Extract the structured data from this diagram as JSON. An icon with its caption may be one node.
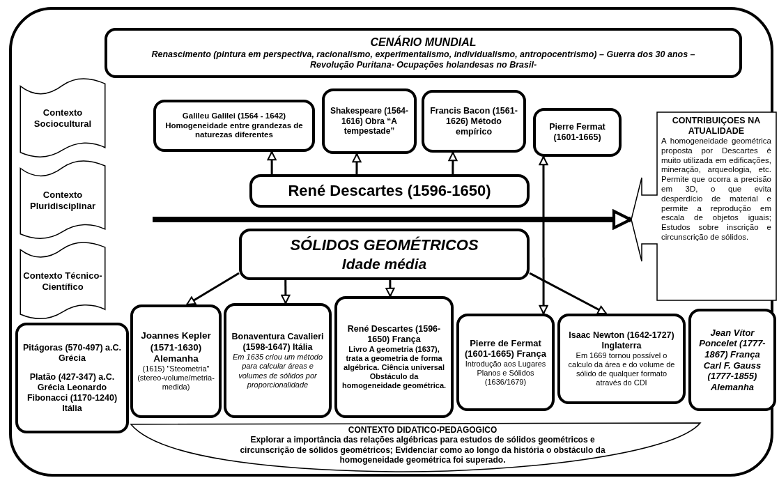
{
  "diagram": {
    "nodes": [
      {
        "text": [
          "CENÁRIO MUNDIAL",
          "Renascimento (pintura em perspectiva, racionalismo, experimentalismo, individualismo, antropocentrismo) – Guerra dos 30 anos – Revolução Puritana- Ocupações holandesas no Brasil-"
        ]
      },
      {
        "text": [
          "Contexto Sociocultural"
        ]
      },
      {
        "text": [
          "Galileu Galilei (1564 - 1642) Homogeneidade entre grandezas de naturezas diferentes"
        ]
      },
      {
        "text": [
          "Shakespeare (1564-1616) Obra “A tempestade”"
        ]
      },
      {
        "text": [
          "Francis Bacon (1561-1626) Método empírico"
        ]
      },
      {
        "text": [
          "Pierre Fermat (1601-1665)"
        ]
      },
      {
        "text": [
          "CONTRIBUIÇOES NA ATUALIDADE",
          "A homogeneidade geométrica proposta por Descartes é muito utilizada em edificações, mineração, arqueologia, etc. Permite que ocorra a precisão em 3D, o que evita desperdício de material e permite a reprodução em escala de objetos iguais; Estudos sobre inscrição e circunscrição de sólidos."
        ]
      },
      {
        "text": [
          "Contexto Pluridisciplinar"
        ]
      },
      {
        "text": [
          "René Descartes (1596-1650)"
        ]
      },
      {
        "text": [
          "Contexto Técnico-Científico"
        ]
      },
      {
        "text": [
          "SÓLIDOS GEOMÉTRICOS",
          "Idade média"
        ]
      },
      {
        "text": [
          "Pitágoras (570-497) a.C. Grécia",
          "Platão (427-347) a.C. Grécia Leonardo Fibonacci (1170-1240) Itália"
        ]
      },
      {
        "text": [
          "Joannes Kepler (1571-1630) Alemanha",
          "(1615) \"Steometria\" (stereo-volume/metria-medida)"
        ]
      },
      {
        "text": [
          "Bonaventura Cavalieri (1598-1647) Itália",
          "Em 1635 criou um método para calcular áreas e volumes de sólidos por proporcionalidade"
        ]
      },
      {
        "text": [
          "René Descartes (1596-1650) França",
          "Livro A geometria (1637), trata a geometria de forma algébrica. Ciência universal Obstáculo da homogeneidade geométrica."
        ]
      },
      {
        "text": [
          "Pierre de Fermat (1601-1665) França",
          "Introdução aos Lugares Planos e Sólidos (1636/1679)"
        ]
      },
      {
        "text": [
          "Isaac Newton (1642-1727) Inglaterra",
          "Em 1669 tornou possível o calculo da área e do volume de sólido de qualquer formato através do CDI"
        ]
      },
      {
        "text": [
          "Jean Vítor Poncelet (1777-1867) França",
          "Carl F. Gauss (1777-1855) Alemanha"
        ]
      },
      {
        "text": [
          "CONTEXTO DIDATICO-PEDAGOGICO",
          "Explorar a importância das relações algébricas para estudos de sólidos geométricos e circunscrição de sólidos geométricos; Evidenciar como ao longo da história o obstáculo da homogeneidade geométrica foi superado."
        ]
      }
    ],
    "edges": [
      {
        "from": 8,
        "to": 2,
        "arrow": "to"
      },
      {
        "from": 8,
        "to": 3,
        "arrow": "to"
      },
      {
        "from": 8,
        "to": 4,
        "arrow": "to"
      },
      {
        "from": 5,
        "to": 15,
        "arrow": "both"
      },
      {
        "from": null,
        "to": 6,
        "arrow": "to",
        "style": "thick"
      },
      {
        "from": 10,
        "to": 12,
        "arrow": "to"
      },
      {
        "from": 10,
        "to": 13,
        "arrow": "to"
      },
      {
        "from": 10,
        "to": 14,
        "arrow": "to"
      },
      {
        "from": 10,
        "to": 16,
        "arrow": "to"
      }
    ]
  }
}
